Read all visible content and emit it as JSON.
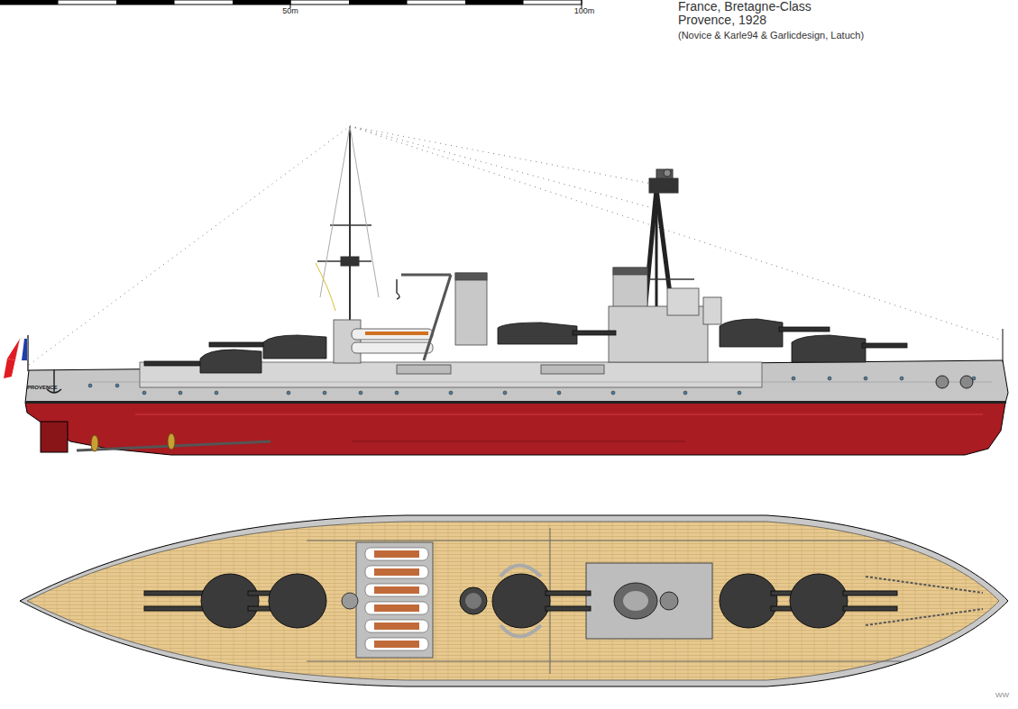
{
  "diagram": {
    "labels": [
      "50m",
      "100m",
      "France, Bretagne-Class",
      "Provence, 1928",
      "(Novice & Karle94 & Garlicdesign, Latuch)",
      "PROVENCE",
      "WW"
    ]
  }
}
